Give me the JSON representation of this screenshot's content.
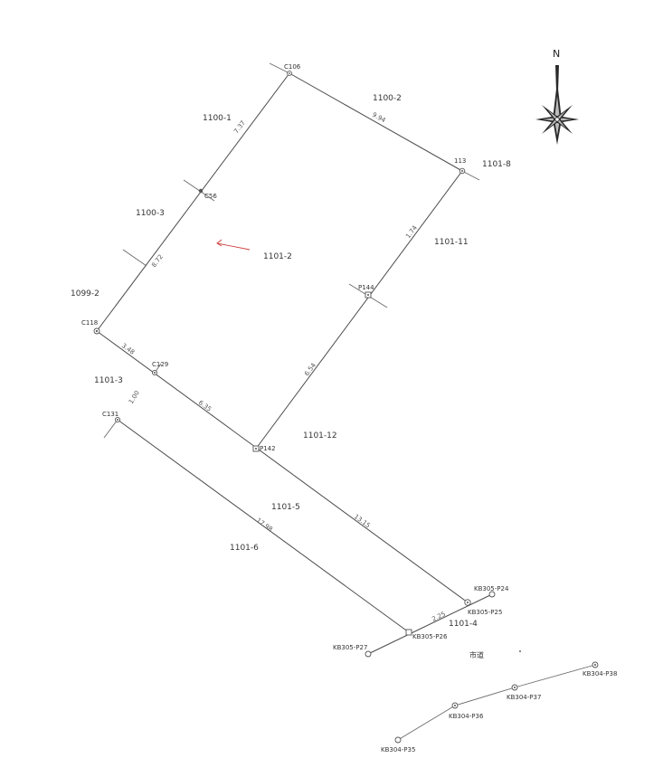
{
  "north_label": "N",
  "road_label": "市道",
  "colors": {
    "line": "#4a4a4a",
    "arrow": "#d04040",
    "compass_dark": "#2a2a2a",
    "compass_light": "#bdbdbd"
  },
  "points": [
    {
      "id": "C106",
      "label": "C106"
    },
    {
      "id": "C56",
      "label": "C56"
    },
    {
      "id": "C118",
      "label": "C118"
    },
    {
      "id": "C129",
      "label": "C129"
    },
    {
      "id": "C131",
      "label": "C131"
    },
    {
      "id": "113",
      "label": "113"
    },
    {
      "id": "P144",
      "label": "P144"
    },
    {
      "id": "P142",
      "label": "P142"
    },
    {
      "id": "KB305-P24",
      "label": "KB305-P24"
    },
    {
      "id": "KB305-P25",
      "label": "KB305-P25"
    },
    {
      "id": "KB305-P26",
      "label": "KB305-P26"
    },
    {
      "id": "KB305-P27",
      "label": "KB305-P27"
    },
    {
      "id": "KB304-P35",
      "label": "KB304-P35"
    },
    {
      "id": "KB304-P36",
      "label": "KB304-P36"
    },
    {
      "id": "KB304-P37",
      "label": "KB304-P37"
    },
    {
      "id": "KB304-P38",
      "label": "KB304-P38"
    }
  ],
  "parcels": [
    {
      "id": "1100-1",
      "label": "1100-1"
    },
    {
      "id": "1100-2",
      "label": "1100-2"
    },
    {
      "id": "1100-3",
      "label": "1100-3"
    },
    {
      "id": "1099-2",
      "label": "1099-2"
    },
    {
      "id": "1101-2",
      "label": "1101-2"
    },
    {
      "id": "1101-8",
      "label": "1101-8"
    },
    {
      "id": "1101-11",
      "label": "1101-11"
    },
    {
      "id": "1101-3",
      "label": "1101-3"
    },
    {
      "id": "1101-12",
      "label": "1101-12"
    },
    {
      "id": "1101-5",
      "label": "1101-5"
    },
    {
      "id": "1101-6",
      "label": "1101-6"
    },
    {
      "id": "1101-4",
      "label": "1101-4"
    }
  ],
  "distances": [
    {
      "id": "d1",
      "label": "7.37"
    },
    {
      "id": "d2",
      "label": "9.94"
    },
    {
      "id": "d3",
      "label": "8.72"
    },
    {
      "id": "d4",
      "label": "1.74"
    },
    {
      "id": "d5",
      "label": "6.54"
    },
    {
      "id": "d6",
      "label": "3.48"
    },
    {
      "id": "d7",
      "label": "6.35"
    },
    {
      "id": "d8",
      "label": "1.00"
    },
    {
      "id": "d9",
      "label": "13.15"
    },
    {
      "id": "d10",
      "label": "17.98"
    },
    {
      "id": "d11",
      "label": "2.25"
    }
  ]
}
